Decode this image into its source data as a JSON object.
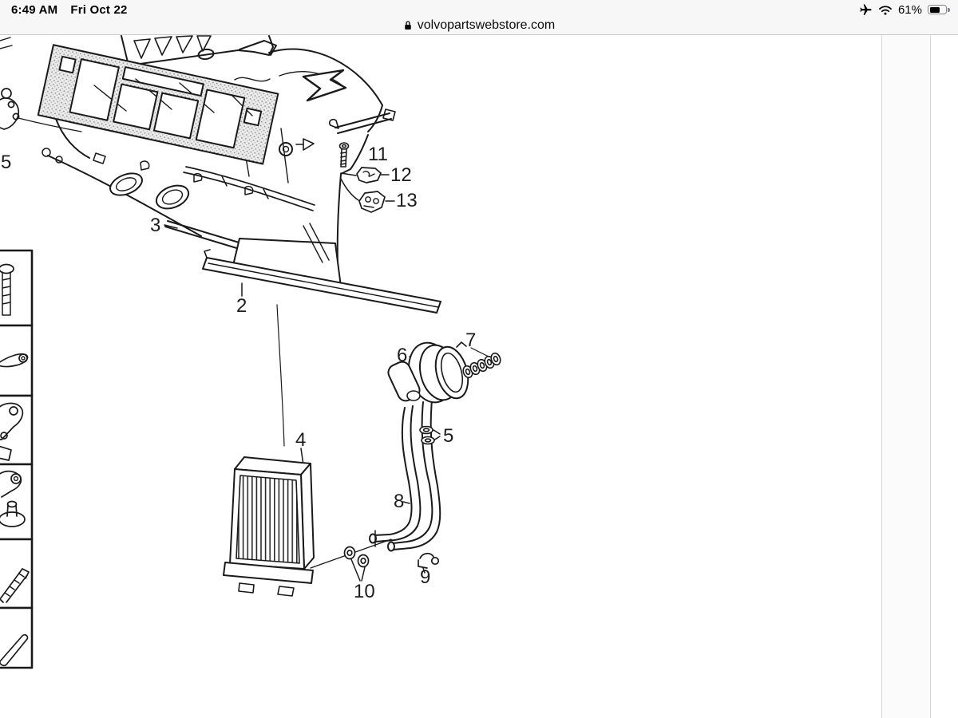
{
  "status_bar": {
    "time": "6:49 AM",
    "date": "Fri Oct 22",
    "battery_percent": "61%",
    "icons": [
      "airplane-mode-icon",
      "wifi-icon",
      "battery-icon"
    ]
  },
  "address_bar": {
    "icon": "lock-icon",
    "domain": "volvopartswebstore.com"
  },
  "diagram": {
    "figure": "exploded-parts-diagram",
    "labels": [
      "5",
      "3",
      "2",
      "11",
      "12",
      "13",
      "6",
      "7",
      "5",
      "4",
      "8",
      "10",
      "9"
    ],
    "thumbnails": [
      "bolt-thumbnail",
      "lever-thumbnail",
      "bracket-plate-thumbnail",
      "grommet-bracket-thumbnail",
      "screw-thumbnail",
      "pin-thumbnail"
    ]
  }
}
